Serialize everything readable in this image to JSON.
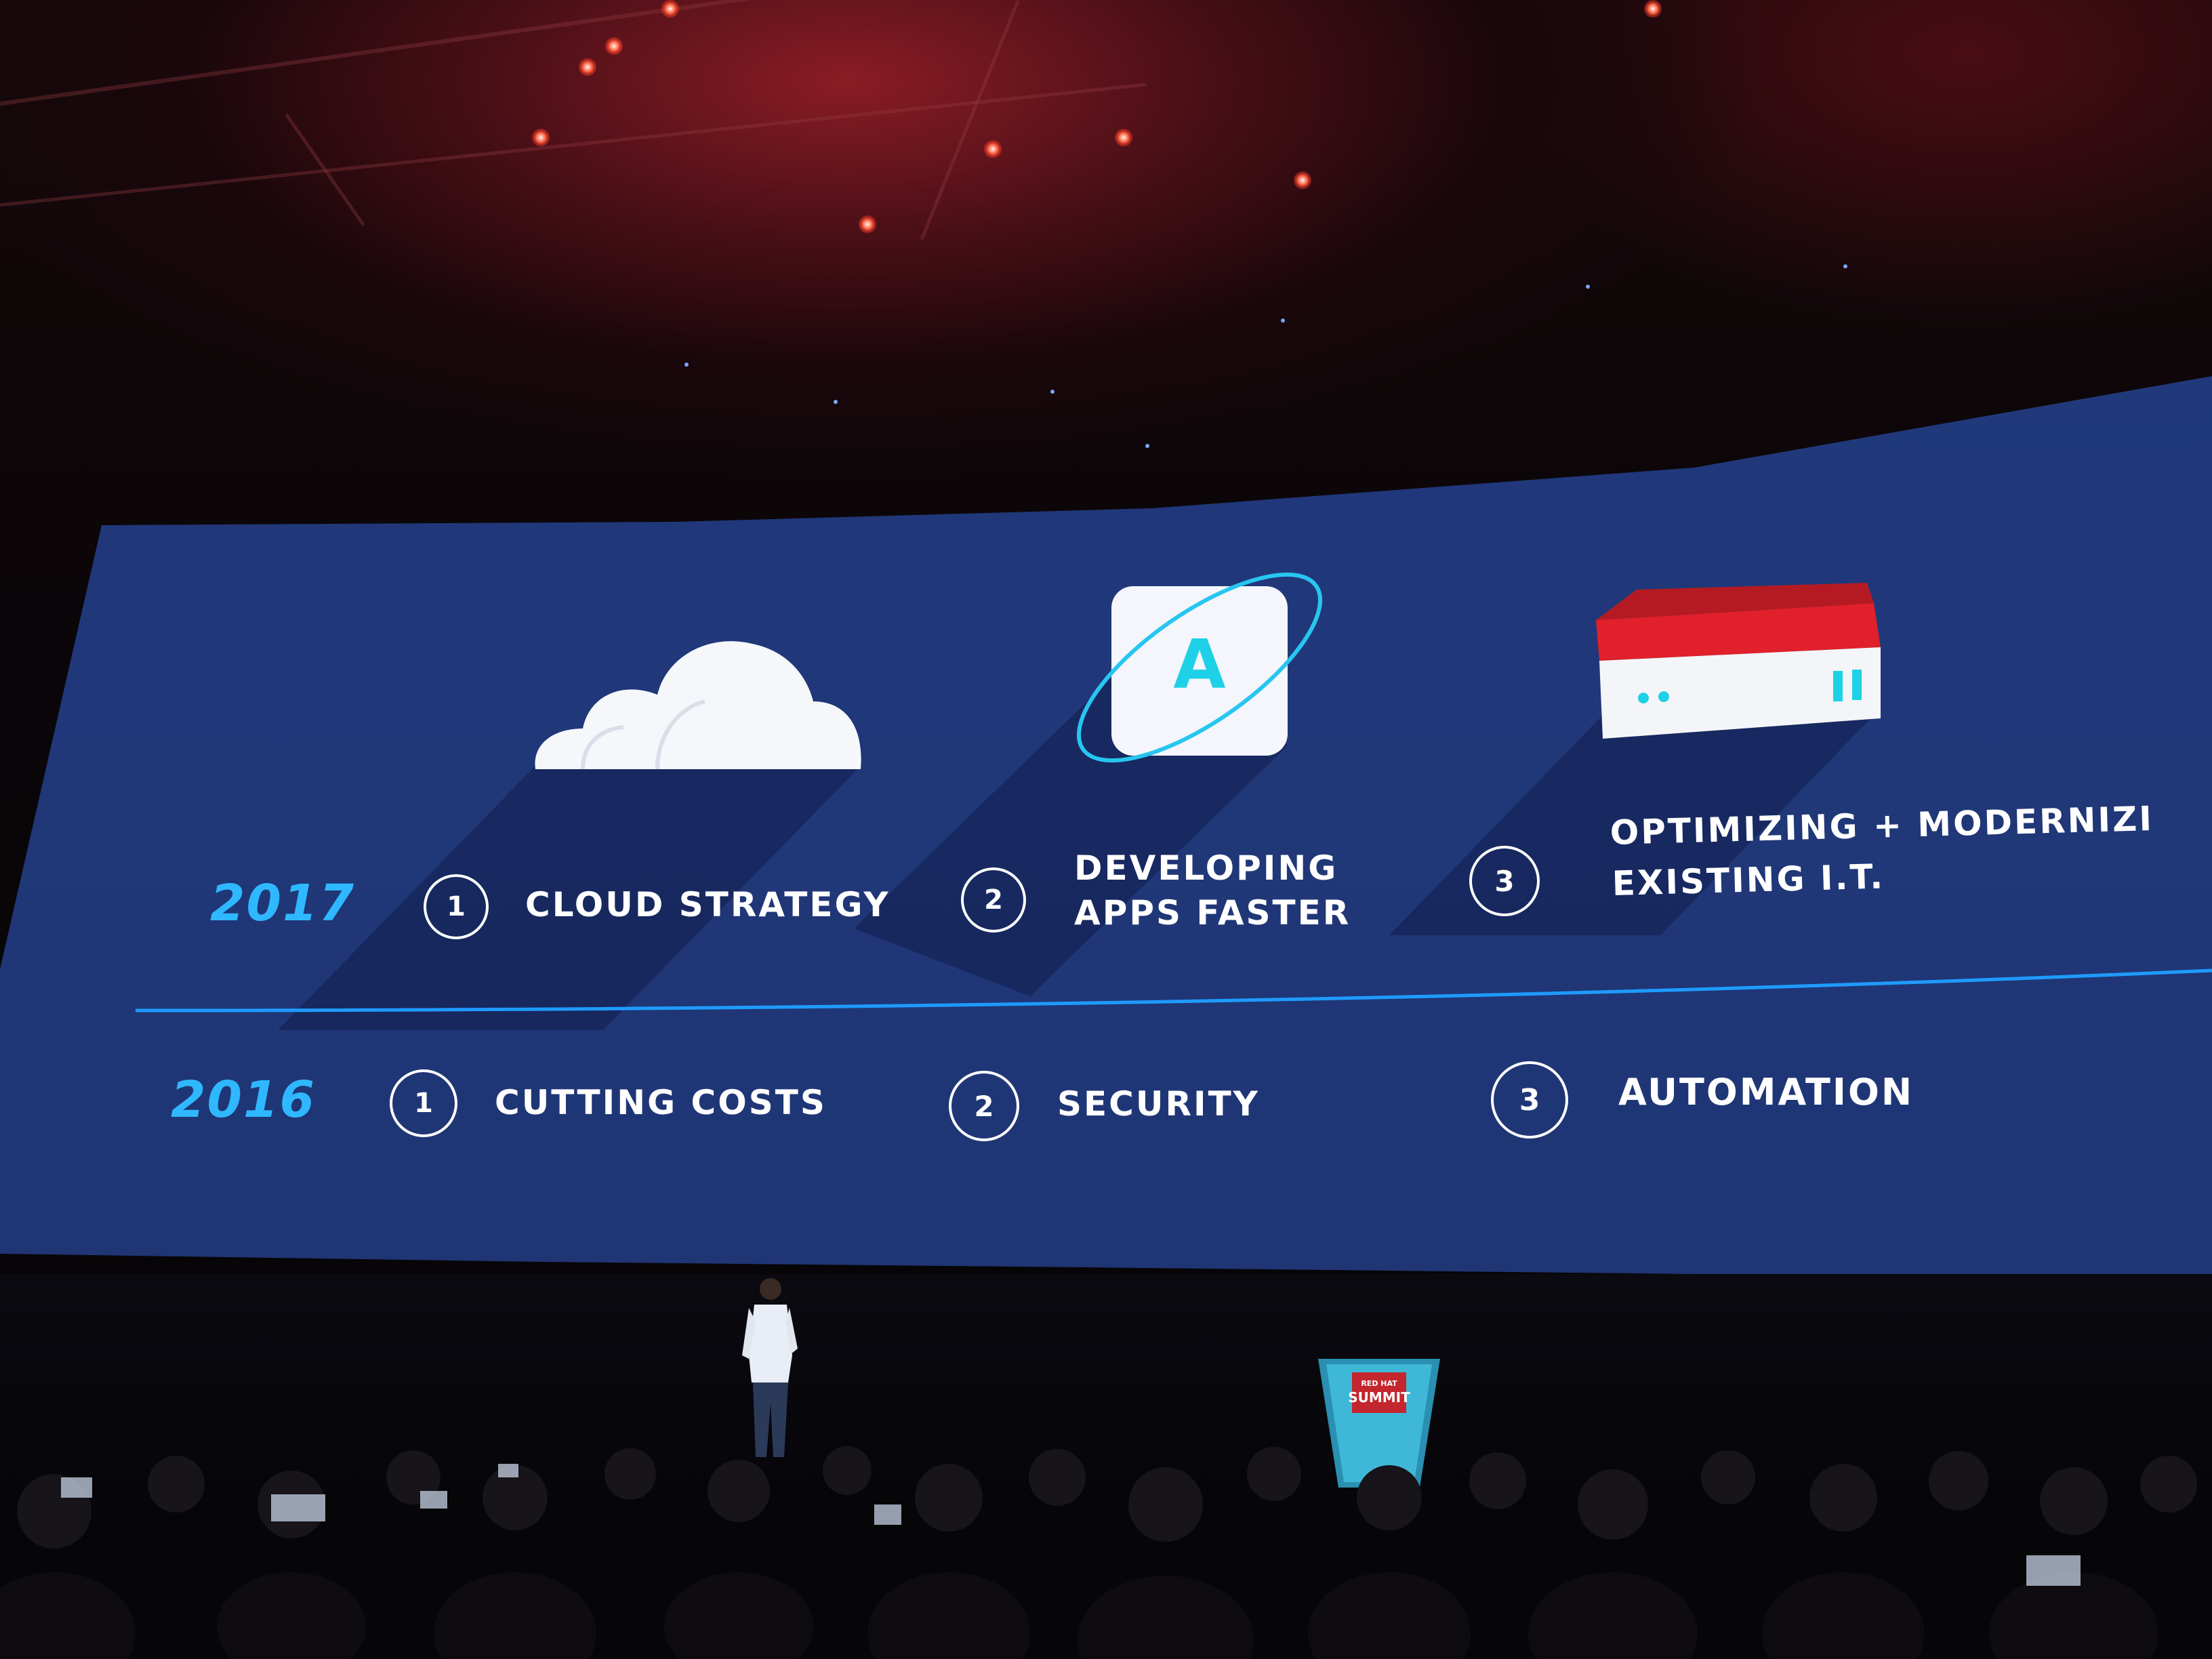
{
  "slide": {
    "rows": [
      {
        "year": "2017",
        "items": [
          {
            "number": "1",
            "label_lines": [
              "CLOUD STRATEGY"
            ]
          },
          {
            "number": "2",
            "label_lines": [
              "DEVELOPING",
              "APPS FASTER"
            ]
          },
          {
            "number": "3",
            "label_lines": [
              "OPTIMIZING + MODERNIZI",
              "EXISTING I.T."
            ]
          }
        ]
      },
      {
        "year": "2016",
        "items": [
          {
            "number": "1",
            "label_lines": [
              "CUTTING COSTS"
            ]
          },
          {
            "number": "2",
            "label_lines": [
              "SECURITY"
            ]
          },
          {
            "number": "3",
            "label_lines": [
              "AUTOMATION"
            ]
          }
        ]
      }
    ],
    "icons": [
      "cloud-icon",
      "app-orbit-icon",
      "server-icon"
    ],
    "app_icon_letter": "A"
  },
  "podium": {
    "logo_line1": "RED HAT",
    "logo_line2": "SUMMIT"
  },
  "colors": {
    "screen_blue": "#20387a",
    "year_blue": "#2fb8ff",
    "accent_cyan": "#1fd1e6",
    "divider_blue": "#1e9bff",
    "server_red": "#e0202a",
    "stage_red": "#8a1c24"
  }
}
